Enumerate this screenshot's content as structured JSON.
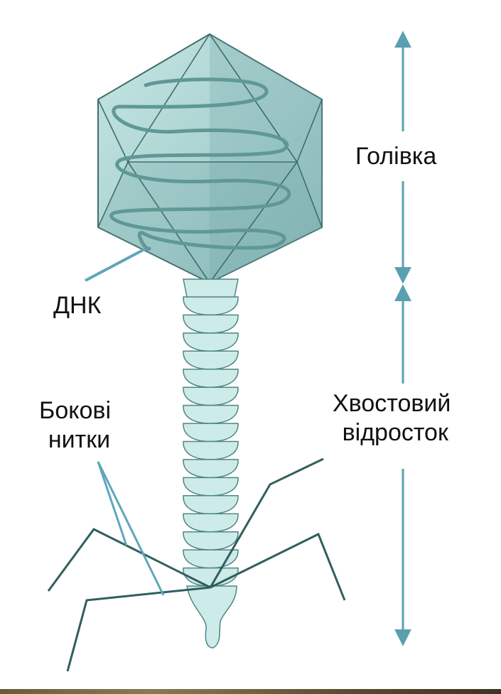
{
  "labels": {
    "head": "Голівка",
    "dna": "ДНК",
    "tail_fibers_line1": "Бокові",
    "tail_fibers_line2": "нитки",
    "tail_line1": "Хвостовий",
    "tail_line2": "відросток"
  },
  "colors": {
    "capsid_fill": "#a7d3d1",
    "capsid_dark": "#7fb0ae",
    "capsid_stroke": "#3e6e6c",
    "dna": "#5f9896",
    "tail_fill": "#cdebe9",
    "tail_stroke": "#4f8583",
    "fiber": "#2f5f5d",
    "pointer": "#5fa6bb",
    "arrow": "#5aa0b0"
  },
  "icons": {
    "head_arrow": "double-headed-arrow",
    "tail_arrow": "double-headed-arrow"
  }
}
